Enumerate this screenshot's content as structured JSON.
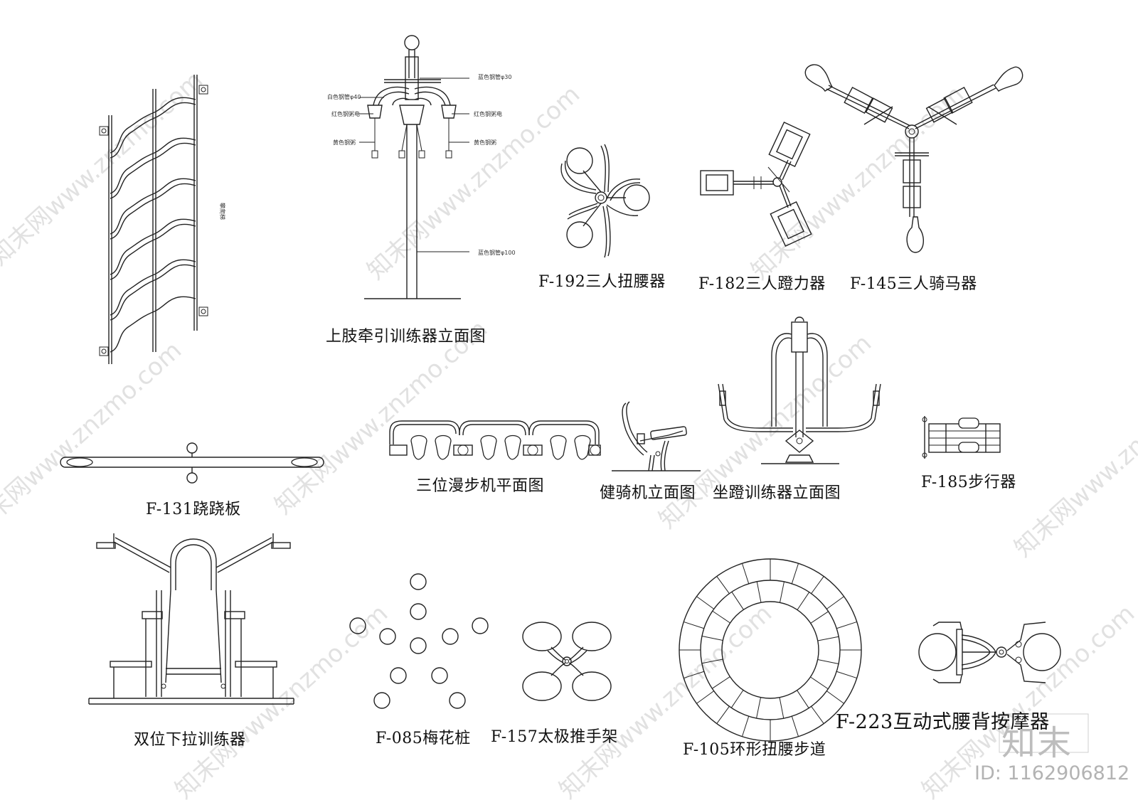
{
  "labels": {
    "upper_limb": "上肢牵引训练器立面图",
    "f192": "F-192三人扭腰器",
    "f182": "F-182三人蹬力器",
    "f145": "F-145三人骑马器",
    "f131": "F-131跷跷板",
    "walker3": "三位漫步机平面图",
    "bike": "健骑机立面图",
    "seated": "坐蹬训练器立面图",
    "f185": "F-185步行器",
    "pulldown": "双位下拉训练器",
    "f085": "F-085梅花桩",
    "f157": "F-157太极推手架",
    "f105": "F-105环形扭腰步道",
    "f223": "F-223互动式腰背按摩器"
  },
  "notes": {
    "ladder": "攀爬梯",
    "n1": "蓝色钢管φ30",
    "n2": "白色钢管φ40",
    "n3": "红色钢粥电",
    "n4": "红色钢粥电",
    "n5": "黄色钢粥",
    "n6": "黄色钢粥",
    "n7": "蓝色钢管φ100"
  },
  "watermark": {
    "text": "知末网www.znzmo.com",
    "logo": "知末",
    "id": "ID: 1162906812"
  }
}
